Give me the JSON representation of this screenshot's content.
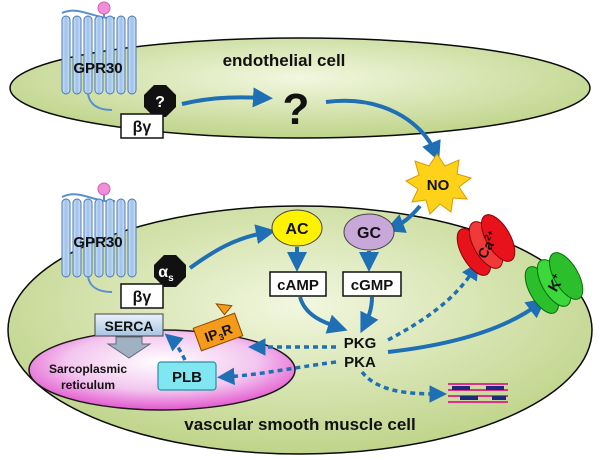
{
  "cells": {
    "endothelial": "endothelial cell",
    "smooth_muscle": "vascular smooth muscle cell"
  },
  "receptors": {
    "top": "GPR30",
    "bottom": "GPR30"
  },
  "subunits": {
    "top_alpha": "?",
    "top_beta_gamma": "βγ",
    "bottom_alpha": "α",
    "bottom_alpha_sub": "s",
    "bottom_beta_gamma": "βγ"
  },
  "signals": {
    "unknown": "?",
    "no": "NO",
    "ac": "AC",
    "gc": "GC",
    "camp": "cAMP",
    "cgmp": "cGMP",
    "pkg": "PKG",
    "pka": "PKA"
  },
  "reticulum": {
    "serca": "SERCA",
    "ip3r_main": "IP",
    "ip3r_sub": "3",
    "ip3r_end": "R",
    "plb": "PLB",
    "line1": "Sarcoplasmic",
    "line2": "reticulum"
  },
  "channels": {
    "ca_base": "Ca",
    "ca_sup": "2+",
    "k_base": "K",
    "k_sup": "+"
  },
  "colors": {
    "cell_fill": "#cfe0a0",
    "receptor": "#a9c8ec",
    "arrow": "#1f6fb5",
    "ac": "#fff200",
    "gc": "#c8a8d8",
    "ca_channel": "#e8121a",
    "k_channel": "#2bbf2b",
    "no_star": "#ffd21a"
  }
}
